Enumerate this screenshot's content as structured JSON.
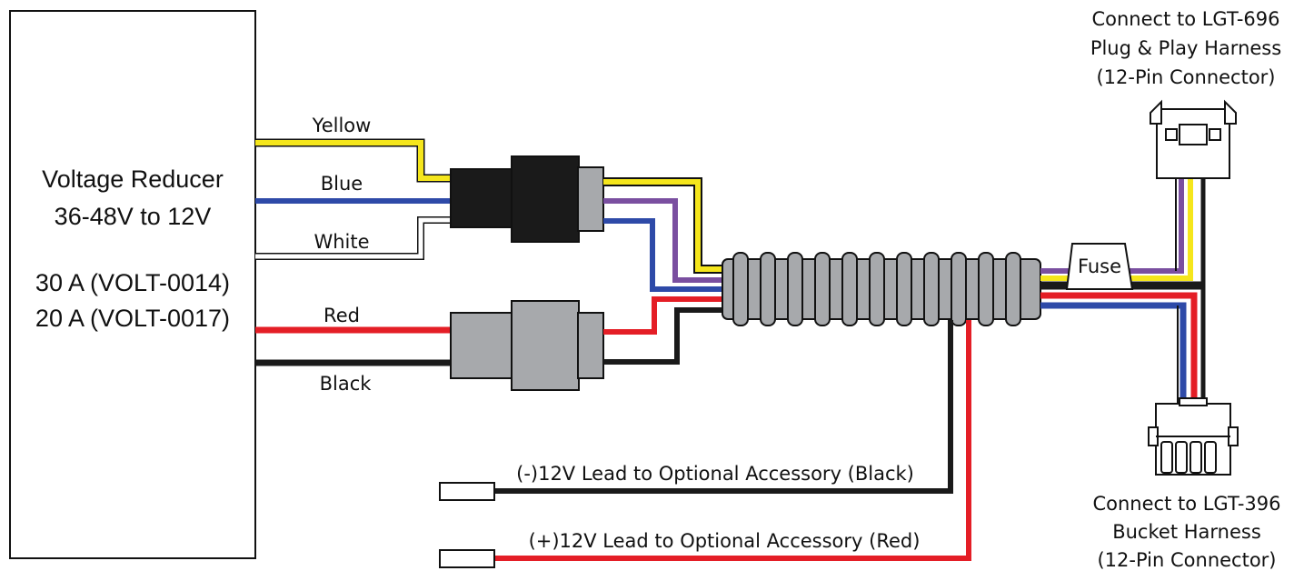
{
  "reducer": {
    "title_line1": "Voltage Reducer",
    "title_line2": "36-48V to 12V",
    "rating_line1": "30 A (VOLT-0014)",
    "rating_line2": "20 A (VOLT-0017)"
  },
  "wires": {
    "yellow": "Yellow",
    "blue": "Blue",
    "white": "White",
    "red": "Red",
    "black": "Black"
  },
  "fuse": {
    "label": "Fuse"
  },
  "top_connector": {
    "line1": "Connect to LGT-696",
    "line2": "Plug & Play Harness",
    "line3": "(12-Pin Connector)"
  },
  "bottom_connector": {
    "line1": "Connect to LGT-396",
    "line2": "Bucket Harness",
    "line3": "(12-Pin Connector)"
  },
  "leads": {
    "negative": "(-)12V Lead to Optional Accessory (Black)",
    "positive": "(+)12V Lead to Optional Accessory (Red)"
  },
  "colors": {
    "yellow": "#f5e61c",
    "blue": "#2e4aa8",
    "purple": "#7a4fa0",
    "red": "#e41e26",
    "black": "#1a1a1a",
    "gray": "#a7a9ac"
  }
}
